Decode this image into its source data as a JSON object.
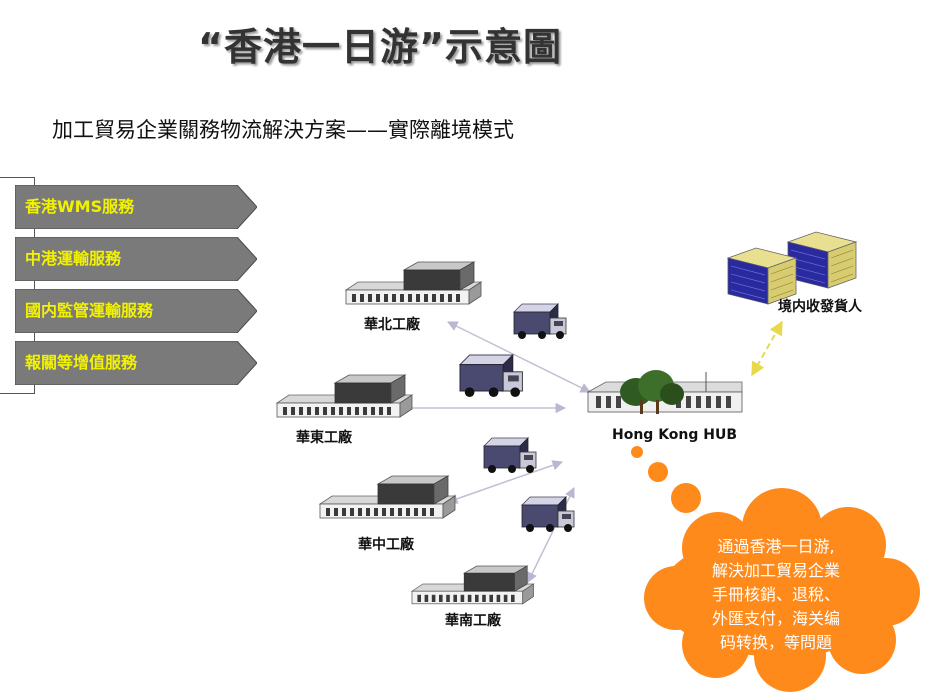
{
  "title": "“香港一日游”示意圖",
  "subtitle": "加工貿易企業關務物流解決方案——實際離境模式",
  "menu": {
    "items": [
      {
        "label": "香港WMS服務"
      },
      {
        "label": "中港運輸服務"
      },
      {
        "label": "國内監管運輸服務"
      },
      {
        "label": "報關等增值服務"
      }
    ]
  },
  "nodes": {
    "north": "華北工廠",
    "east": "華東工廠",
    "central": "華中工廠",
    "south": "華南工廠",
    "hub": "Hong Kong HUB",
    "consignee": "境内收發貨人"
  },
  "callout": {
    "lines": [
      "通過香港一日游,",
      "解決加工貿易企業",
      "手冊核銷、退稅、",
      "外匯支付，海关编",
      "码转换，等問題"
    ]
  },
  "colors": {
    "menu_fill": "#7a7a7a",
    "menu_text": "#f2f200",
    "cloud": "#ff8a1c",
    "consignee_line": "#e8d84a"
  }
}
